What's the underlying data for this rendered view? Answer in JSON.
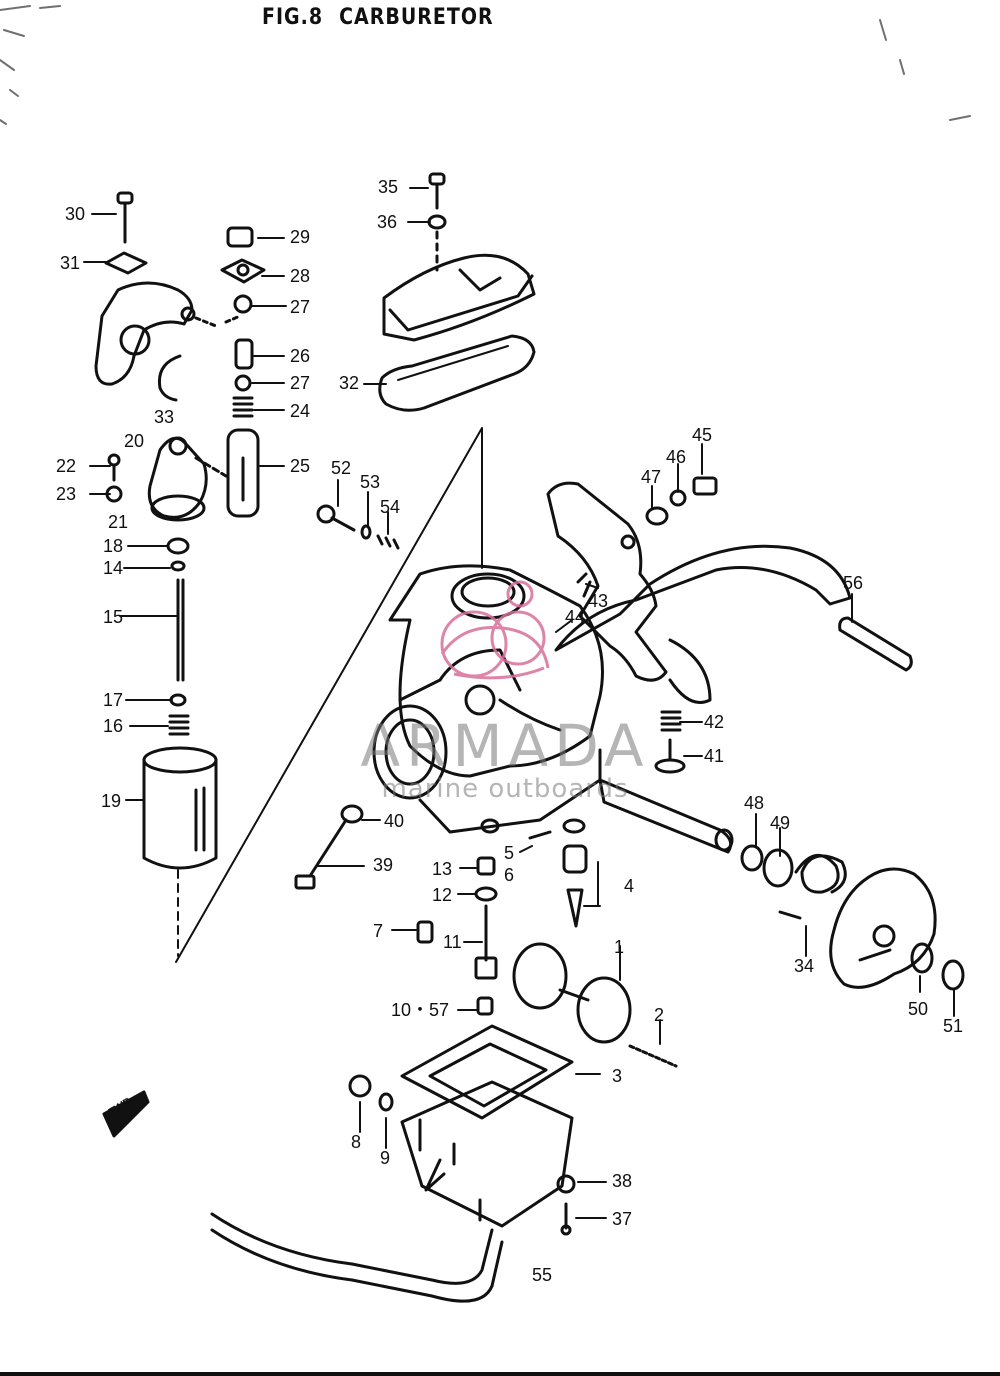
{
  "title": {
    "fig": "FIG.8",
    "name": "CARBURETOR"
  },
  "watermark": {
    "brand": "ARMADA",
    "sub": "marine outboards"
  },
  "arrow_badge": "FWD",
  "colors": {
    "ink": "#111111",
    "watermark_pink": "#d8709a",
    "watermark_grey": "#8a8a8a"
  },
  "parts": {
    "l30": "30",
    "l31": "31",
    "l33": "33",
    "l29": "29",
    "l28": "28",
    "l27a": "27",
    "l26": "26",
    "l27b": "27",
    "l24": "24",
    "l25": "25",
    "l20": "20",
    "l22": "22",
    "l23": "23",
    "l21": "21",
    "l18": "18",
    "l14": "14",
    "l15": "15",
    "l17": "17",
    "l16": "16",
    "l19": "19",
    "l35": "35",
    "l36": "36",
    "l32": "32",
    "l52": "52",
    "l53": "53",
    "l54": "54",
    "l45": "45",
    "l46": "46",
    "l47": "47",
    "l43": "43",
    "l44": "44",
    "l56": "56",
    "l42": "42",
    "l41": "41",
    "l48": "48",
    "l49": "49",
    "l40": "40",
    "l39": "39",
    "l13": "13",
    "l12": "12",
    "l5": "5",
    "l6": "6",
    "l4": "4",
    "l7": "7",
    "l11": "11",
    "l1": "1",
    "l34": "34",
    "l50": "50",
    "l51": "51",
    "l1057": "10・57",
    "l2": "2",
    "l3": "3",
    "l8": "8",
    "l9": "9",
    "l38": "38",
    "l37": "37",
    "l55": "55"
  }
}
